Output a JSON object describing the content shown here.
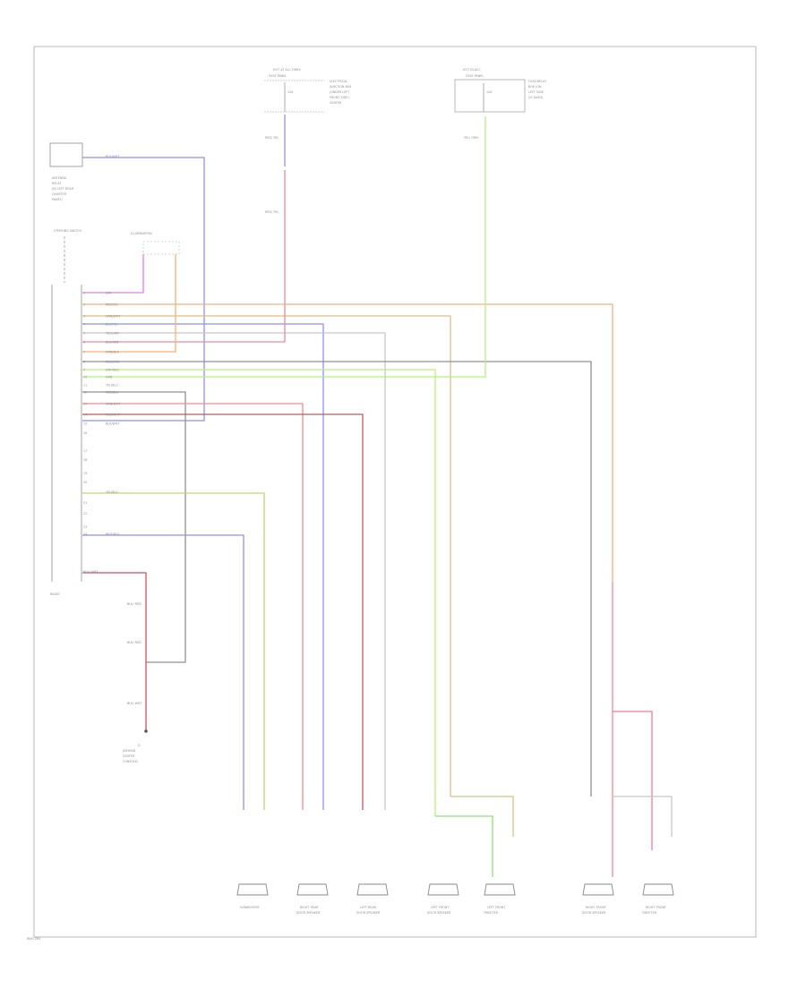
{
  "diagram": {
    "footer_code": "W90-2B4",
    "fuse_left": {
      "title": "HOT AT ALL TIMES",
      "sub": "FUSE PANEL",
      "fuse": "15A",
      "note": [
        "ELECTRICAL",
        "JUNCTION BOX",
        "(UNDER LEFT",
        "FRONT SIDE)",
        "CENTER"
      ],
      "wire": "RED/ YEL"
    },
    "fuse_right": {
      "title": "HOT IN ACC",
      "sub": "FUSE PANEL",
      "fuse": "10A",
      "note": [
        "FUSE/RELAY",
        "BOX (ON",
        "LEFT SIDE",
        "OF DASH)"
      ],
      "wire": "YEL/ GRN"
    },
    "antenna": {
      "note": [
        "ANTENNA",
        "RELAY",
        "(IN LEFT REAR",
        "QUARTER",
        "PANEL)"
      ],
      "wire": "BLK/WHT"
    },
    "radio_label": "RADIO",
    "steering_label": "STEERING SWITCH",
    "dimmer_label": "ILLUMINATION",
    "connector_labels": [
      "GRY",
      "RED/YEL",
      "GRN/WHT",
      "BLU/YEL",
      "YEL/GRN",
      "BLU/RED",
      "GRN/BLK",
      "RED/GRN",
      "GRY/RED",
      "GRN",
      "YEL/BLU",
      "RED/BLU",
      "GRN/WHT",
      "RED/WHT",
      "BLK/WHT"
    ],
    "connector_labels_lower": [
      "WHT/BLU",
      "YEL/BLU"
    ],
    "ground_note": [
      "G",
      "(BEHIND",
      "CENTER",
      "CONSOLE)"
    ],
    "ground_wires": [
      "BLK/ WHT",
      "BLK/ RED",
      "BLK/ RED"
    ],
    "speakers": [
      {
        "id": "sub",
        "label": "SUBWOOFER"
      },
      {
        "id": "rrd",
        "label": "RIGHT REAR DOOR SPEAKER"
      },
      {
        "id": "lrd",
        "label": "LEFT REAR DOOR SPEAKER"
      },
      {
        "id": "lfd",
        "label": "LEFT FRONT DOOR SPEAKER"
      },
      {
        "id": "lft",
        "label": "LEFT FRONT TWEETER"
      },
      {
        "id": "rfd",
        "label": "RIGHT FRONT DOOR SPEAKER"
      },
      {
        "id": "rft",
        "label": "RIGHT FRONT TWEETER"
      }
    ],
    "colors": {
      "blue": "#8f8ff3",
      "red": "#f08a96",
      "darkred": "#c2565f",
      "orange": "#f3b27a",
      "green": "#b9f07a",
      "lime": "#8fe07a",
      "yellowgreen": "#c9d06a",
      "magenta": "#e87cf0",
      "gray": "#909090",
      "tan": "#d8c08a",
      "pink": "#ec7f9a",
      "lightgray": "#c8c8c8"
    }
  }
}
